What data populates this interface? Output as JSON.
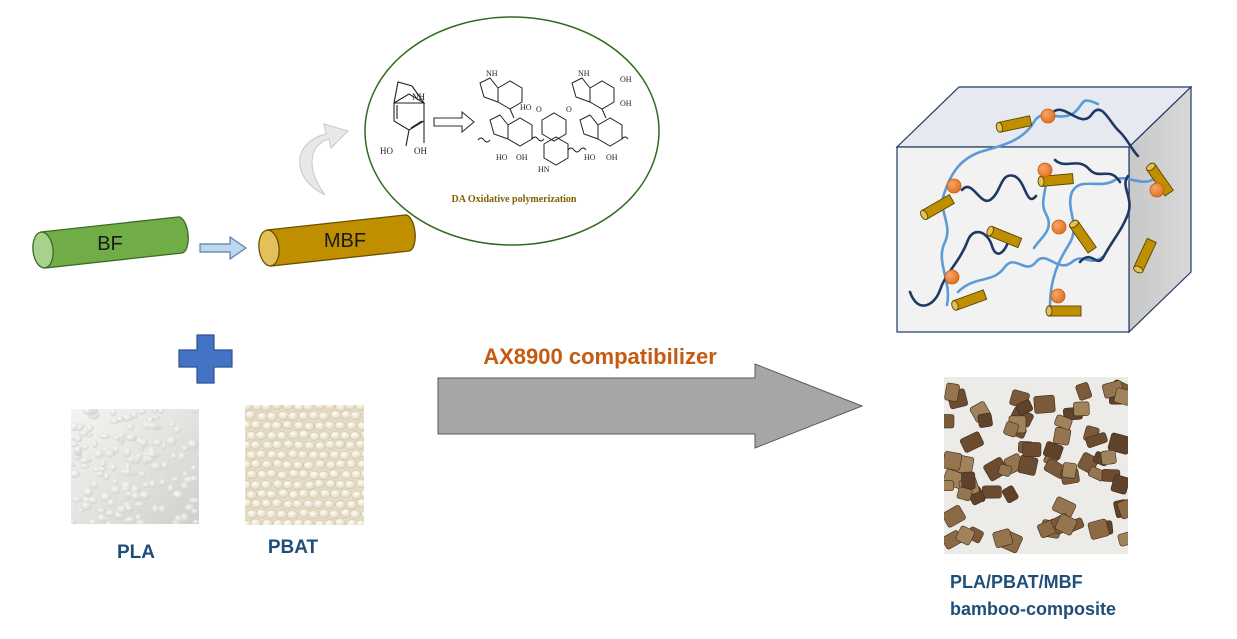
{
  "fibers": {
    "bf_label": "BF",
    "mbf_label": "MBF"
  },
  "chemistry": {
    "monomer_nh": "NH",
    "monomer_ho": "HO",
    "monomer_oh": "OH",
    "caption": "DA Oxidative polymerization",
    "poly_oh": "OH",
    "poly_ho": "HO",
    "poly_nh": "NH",
    "poly_hn": "HN",
    "poly_o": "O"
  },
  "materials": {
    "pla_label": "PLA",
    "pbat_label": "PBAT"
  },
  "process": {
    "arrow_label": "AX8900 compatibilizer"
  },
  "product": {
    "label_line1": "PLA/PBAT/MBF",
    "label_line2": "bamboo-composite"
  },
  "colors": {
    "bf_green": "#70ad47",
    "mbf_gold": "#bf8f00",
    "plus_blue": "#4472c4",
    "compat_orange": "#c55a11",
    "label_blue": "#1f4e79",
    "arrow_gray": "#a6a6a6",
    "polymer_light": "#5b9bd5",
    "polymer_dark": "#1f3864",
    "particle_orange": "#ed7d31"
  }
}
